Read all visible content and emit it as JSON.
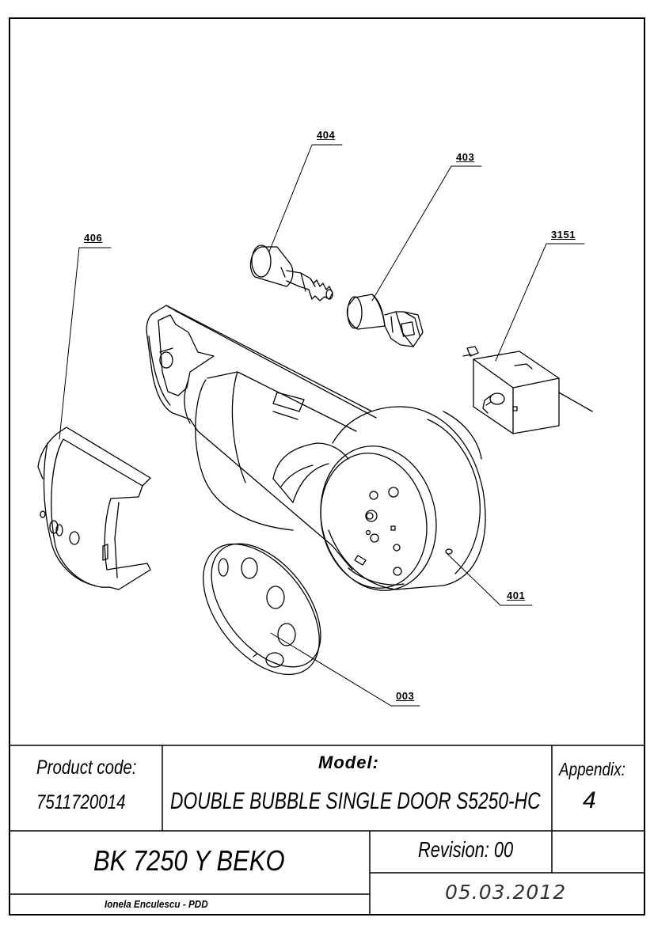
{
  "callouts": {
    "c404": "404",
    "c403": "403",
    "c406": "406",
    "c3151": "3151",
    "c401": "401",
    "c003": "003"
  },
  "title_block": {
    "product_code_label": "Product code:",
    "product_code_value": "7511720014",
    "model_label": "Model:",
    "model_value": "DOUBLE BUBBLE SINGLE DOOR S5250-HC",
    "appendix_label": "Appendix:",
    "appendix_value": "4",
    "product_name": "BK 7250 Y BEKO",
    "revision": "Revision: 00",
    "date": "05.03.2012",
    "author": "Ionela Enculescu - PDD"
  }
}
